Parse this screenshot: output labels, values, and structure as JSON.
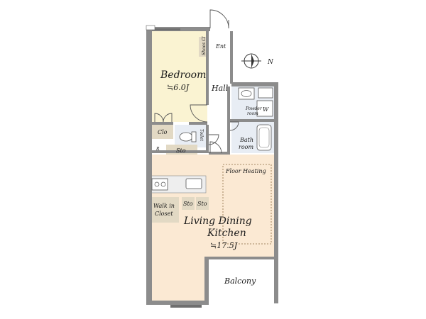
{
  "rooms": {
    "bedroom": {
      "label": "Bedroom",
      "area": "≒6.0J"
    },
    "ldk": {
      "label_line1": "Living Dining",
      "label_line2": "Kitchen",
      "area": "≒17.5J"
    },
    "hall": "Hall",
    "entrance": "Ent",
    "shoe_closet": "Shoes Cl",
    "powder_room_line1": "Powder",
    "powder_room_line2": "room",
    "washer": "W",
    "bath_line1": "Bath",
    "bath_line2": "room",
    "toilet": "Toilet",
    "closet": "Clo",
    "refrigerator": "R",
    "storage_bedroom": "Sto",
    "storage_1": "Sto",
    "storage_2": "Sto",
    "walk_in_line1": "Walk in",
    "walk_in_line2": "Closet",
    "floor_heating": "Floor Heating",
    "balcony": "Balcony"
  },
  "compass": {
    "north": "N"
  },
  "colors": {
    "bedroom_fill": "#faf3d2",
    "ldk_fill": "#fbe9d3",
    "wet_fill": "#e8edf4",
    "closet_fill": "#e2d9c4",
    "wall": "#8c8c8c",
    "balcony_fill": "#ffffff"
  }
}
